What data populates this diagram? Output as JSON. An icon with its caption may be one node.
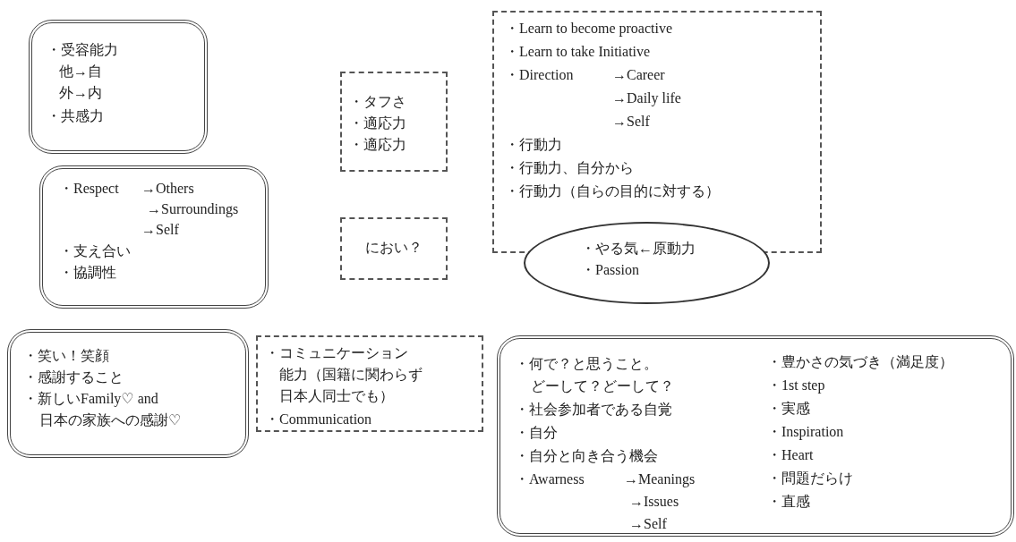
{
  "diagram": {
    "nodes": [
      {
        "text": [
          "・受容能力",
          "他→自",
          "外→内",
          "・共感力"
        ]
      },
      {
        "text": [
          "・Respect",
          "→Others",
          "→Surroundings",
          "→Self",
          "・支え合い",
          "・協調性"
        ]
      },
      {
        "text": [
          "・タフさ",
          "・適応力",
          "・適応力"
        ]
      },
      {
        "text": [
          "におい？"
        ]
      },
      {
        "text": [
          "・Learn to become proactive",
          "・Learn to take Initiative",
          "・Direction",
          "→Career",
          "→Daily life",
          "→Self",
          "・行動力",
          "・行動力、自分から",
          "・行動力（自らの目的に対する）"
        ]
      },
      {
        "text": [
          "・やる気←原動力",
          "・Passion"
        ]
      },
      {
        "text": [
          "・笑い！笑顔",
          "・感謝すること",
          "・新しいFamily♡ and",
          "日本の家族への感謝♡"
        ]
      },
      {
        "text": [
          "・コミュニケーション",
          "能力（国籍に関わらず",
          "日本人同士でも）",
          "・Communication"
        ]
      },
      {
        "text": [
          "・何で？と思うこと。",
          "どーして？どーして？",
          "・社会参加者である自覚",
          "・自分",
          "・自分と向き合う機会",
          "・Awarness",
          "→Meanings",
          "→Issues",
          "→Self",
          "・豊かさの気づき（満足度）",
          "・1st step",
          "・実感",
          "・Inspiration",
          "・Heart",
          "・問題だらけ",
          "・直感"
        ]
      }
    ]
  }
}
